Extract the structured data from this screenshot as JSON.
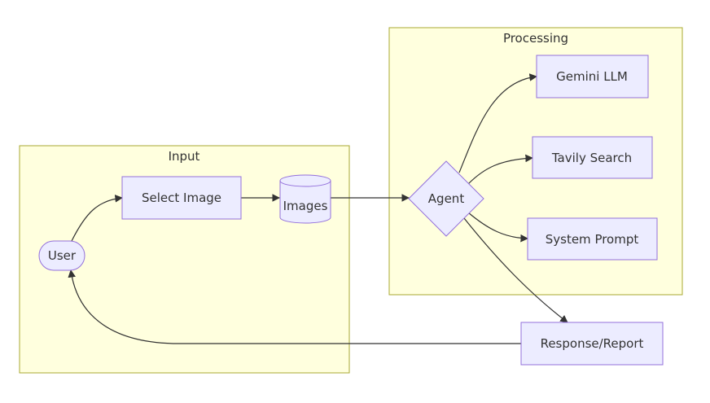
{
  "clusters": {
    "input": "Input",
    "processing": "Processing"
  },
  "nodes": {
    "user": "User",
    "select_image": "Select Image",
    "images": "Images",
    "agent": "Agent",
    "gemini": "Gemini LLM",
    "tavily": "Tavily Search",
    "system_prompt": "System Prompt",
    "response": "Response/Report"
  },
  "colors": {
    "cluster_fill": "#ffffde",
    "cluster_stroke": "#aaaa33",
    "node_fill": "#ececff",
    "node_stroke": "#9370db",
    "edge": "#333333"
  }
}
